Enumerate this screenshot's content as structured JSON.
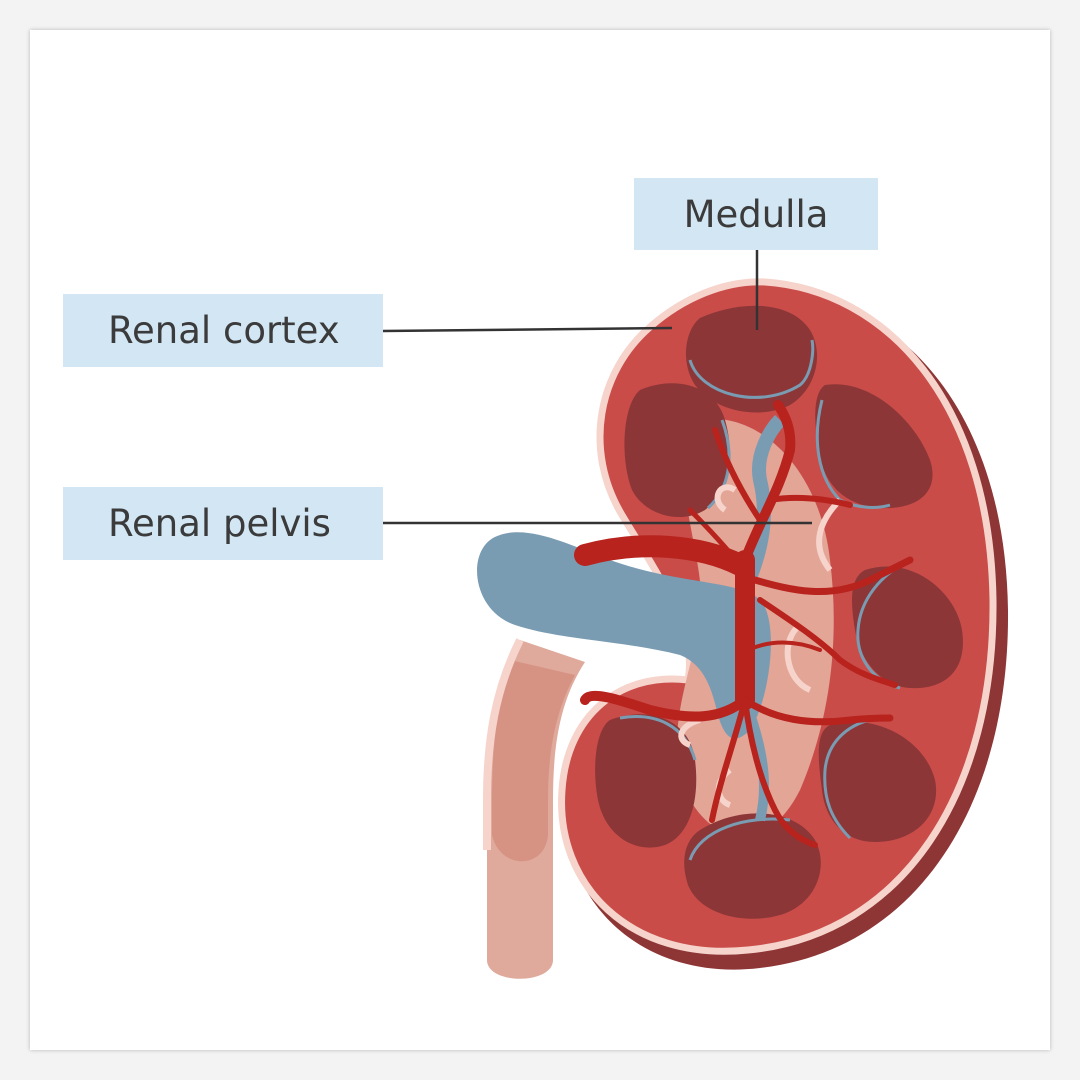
{
  "labels": {
    "medulla": "Medulla",
    "renal_cortex": "Renal cortex",
    "renal_pelvis": "Renal pelvis"
  },
  "colors": {
    "label_background": "#d2e6f4",
    "cortex": "#c94c49",
    "medulla": "#8c3637",
    "artery": "#b8231d",
    "vein": "#7a9cb3",
    "ureter": "#d9998b",
    "capsule": "#f6d3cb"
  }
}
